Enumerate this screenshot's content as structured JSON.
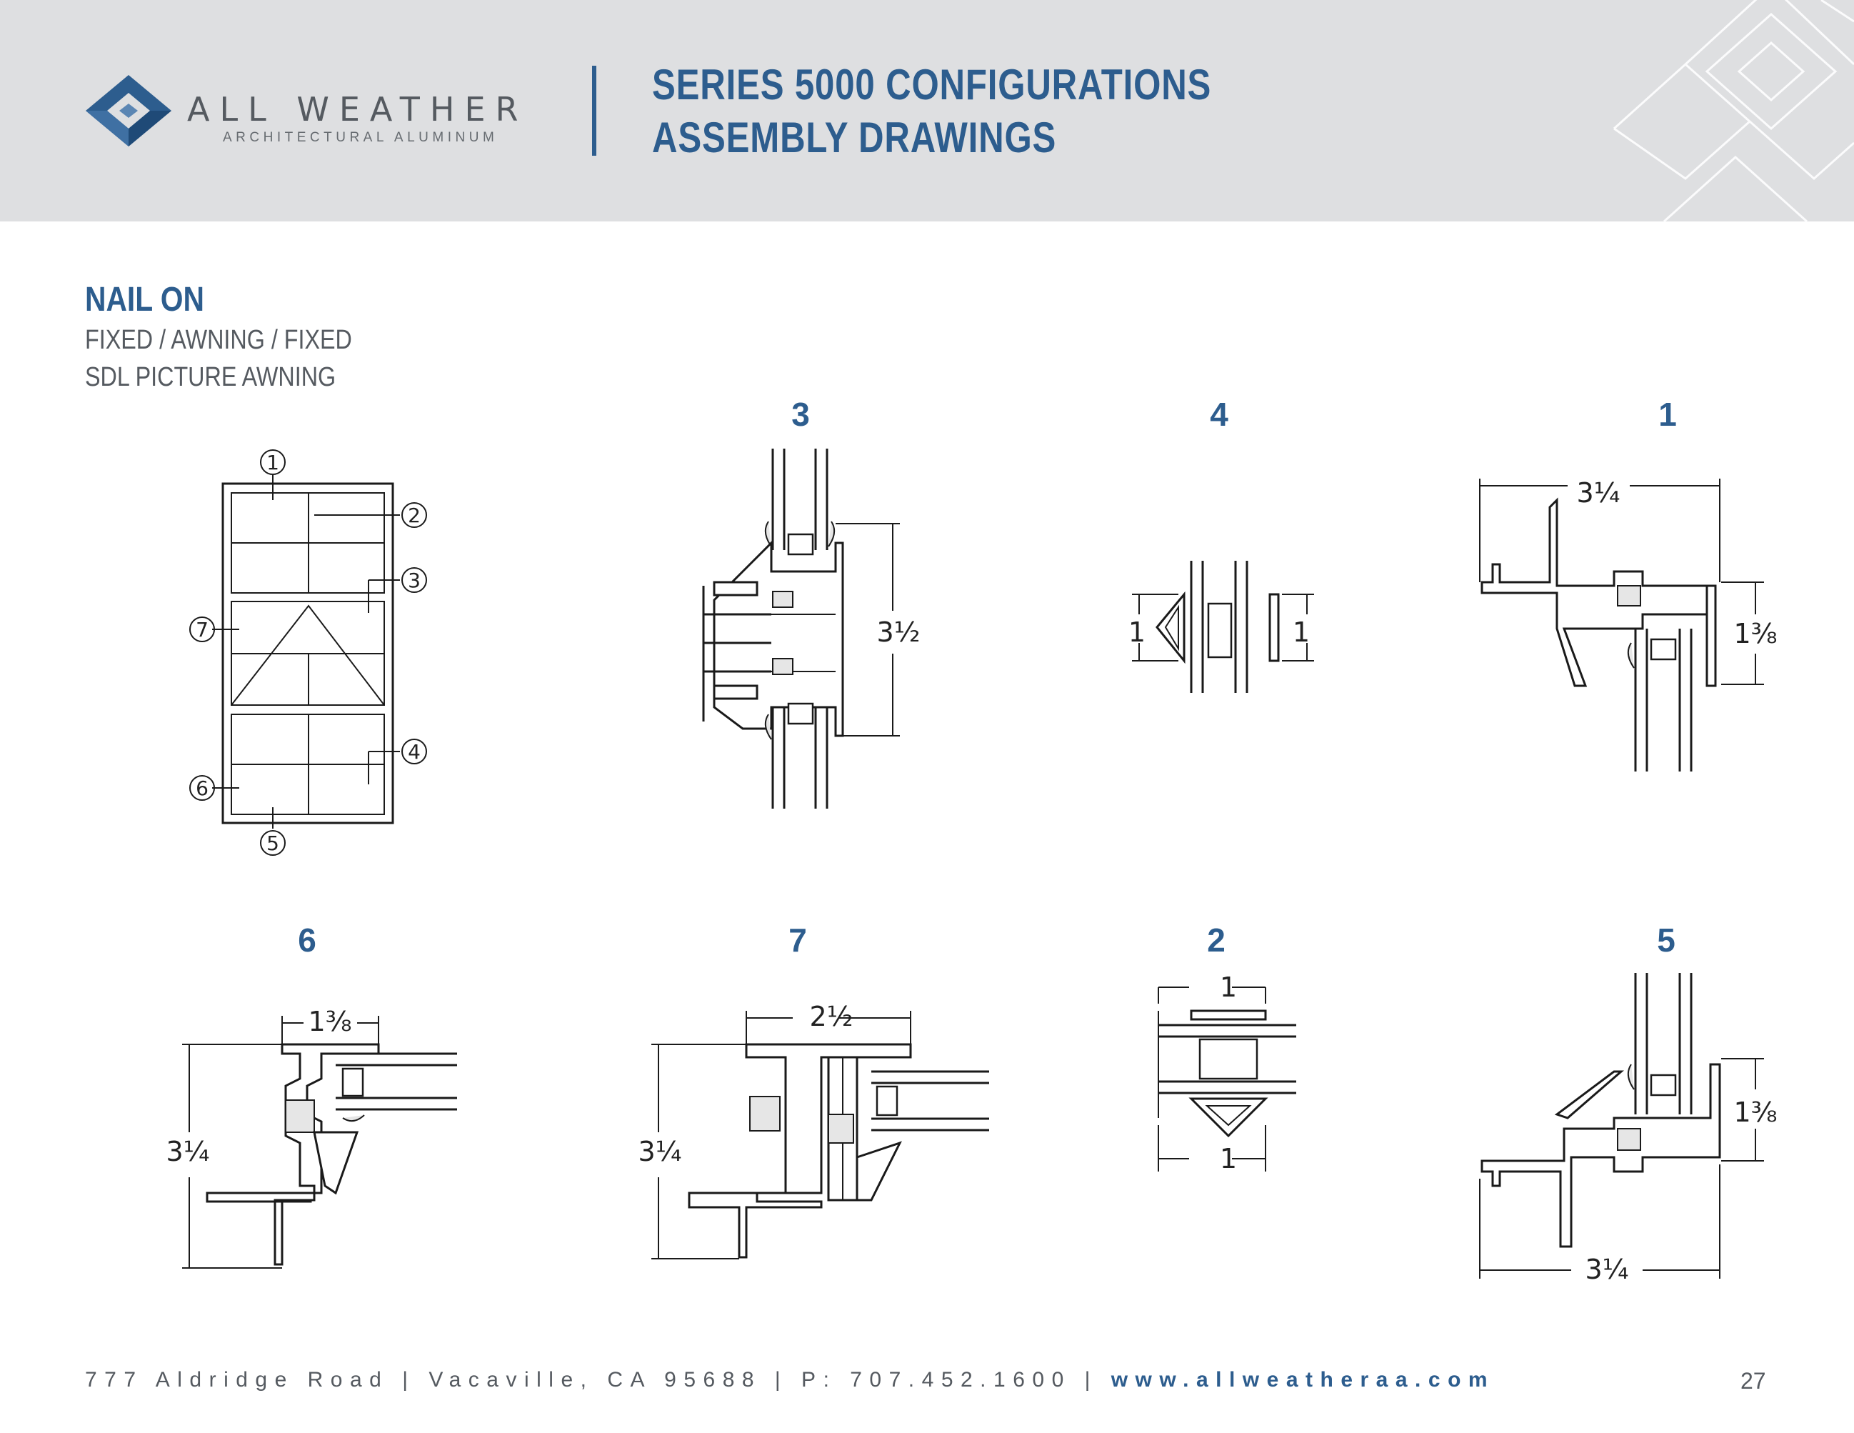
{
  "brand": {
    "name": "ALL WEATHER",
    "subtitle": "ARCHITECTURAL ALUMINUM",
    "color": "#2d5d8e"
  },
  "header": {
    "title_line1": "SERIES 5000 CONFIGURATIONS",
    "title_line2": "ASSEMBLY DRAWINGS"
  },
  "section": {
    "title": "NAIL ON",
    "subtitle_line1": "FIXED / AWNING / FIXED",
    "subtitle_line2": "SDL PICTURE AWNING"
  },
  "elevation": {
    "callouts": [
      "1",
      "2",
      "3",
      "4",
      "5",
      "6",
      "7"
    ]
  },
  "details": [
    {
      "label": "3",
      "dims": [
        "3½"
      ]
    },
    {
      "label": "4",
      "dims": [
        "1",
        "1"
      ]
    },
    {
      "label": "1",
      "dims": [
        "3¼",
        "1⅜"
      ]
    },
    {
      "label": "6",
      "dims": [
        "1⅜",
        "3¼"
      ]
    },
    {
      "label": "7",
      "dims": [
        "2½",
        "3¼"
      ]
    },
    {
      "label": "2",
      "dims": [
        "1",
        "1"
      ]
    },
    {
      "label": "5",
      "dims": [
        "1⅜",
        "3¼"
      ]
    }
  ],
  "footer": {
    "address": "777 Aldridge Road | Vacaville, CA 95688 | P: 707.452.1600 | ",
    "url": "www.allweatheraa.com",
    "page": "27"
  },
  "icons": [
    "logo-mark-icon",
    "header-decoration-icon"
  ]
}
